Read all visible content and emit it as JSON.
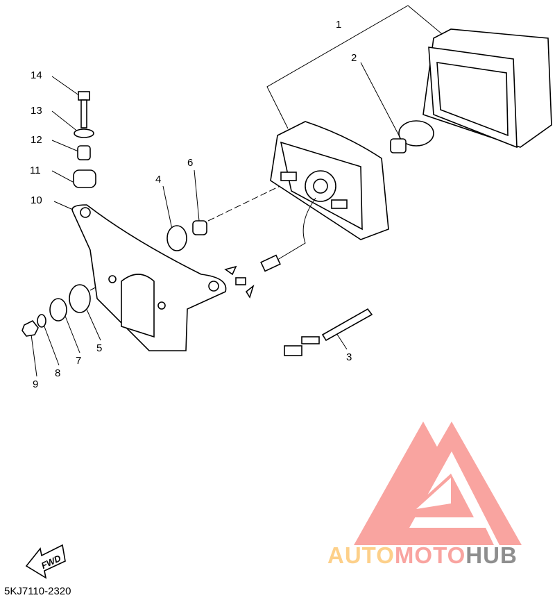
{
  "diagram": {
    "callouts": [
      "1",
      "2",
      "3",
      "4",
      "5",
      "6",
      "7",
      "8",
      "9",
      "10",
      "11",
      "12",
      "13",
      "14"
    ],
    "fwd_label": "FWD",
    "part_code": "5KJ7110-2320"
  },
  "watermark": {
    "part1": "AUTO",
    "part2": "MOTO",
    "part3": "HUB"
  },
  "colors": {
    "logo": "#f9a4a0",
    "auto": "#fdd08a",
    "hub": "#8e8e8e"
  }
}
